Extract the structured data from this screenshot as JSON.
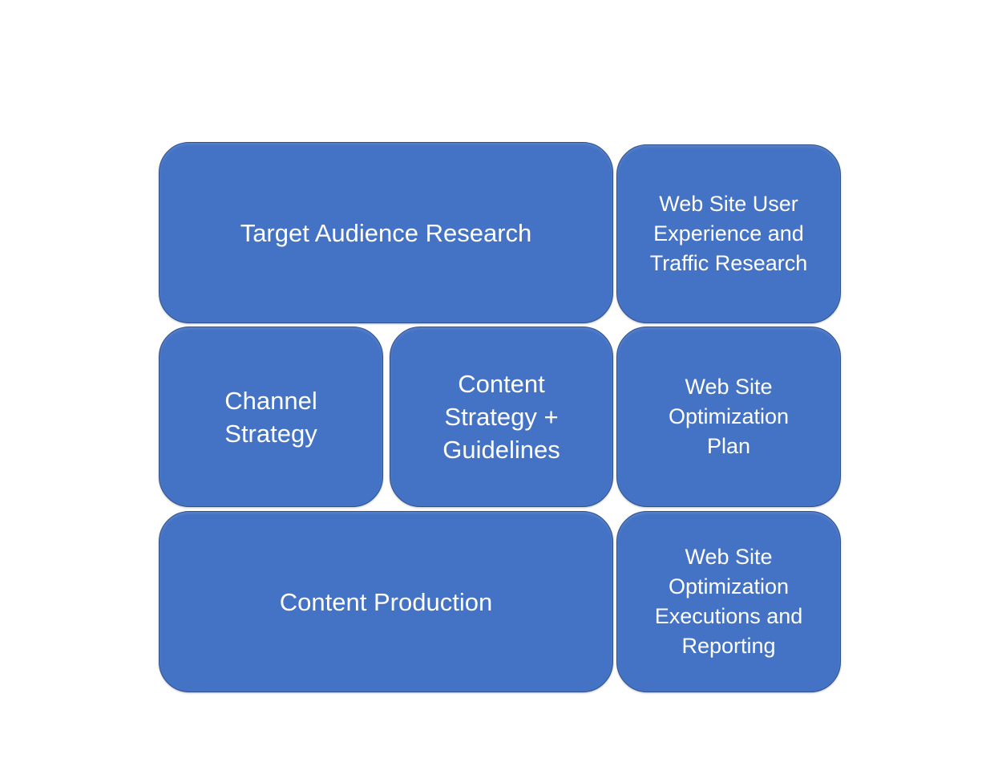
{
  "boxes": {
    "target_audience": "Target Audience Research",
    "website_ux_research": "Web Site User\nExperience and\nTraffic Research",
    "channel_strategy": "Channel\nStrategy",
    "content_strategy": "Content\nStrategy +\nGuidelines",
    "website_optimization_plan": "Web Site\nOptimization\nPlan",
    "content_production": "Content Production",
    "website_optimization_executions": "Web Site\nOptimization\nExecutions and\nReporting"
  },
  "colors": {
    "box_fill": "#4472c4",
    "box_border": "#2f528f",
    "text": "#ffffff",
    "background": "#ffffff"
  }
}
